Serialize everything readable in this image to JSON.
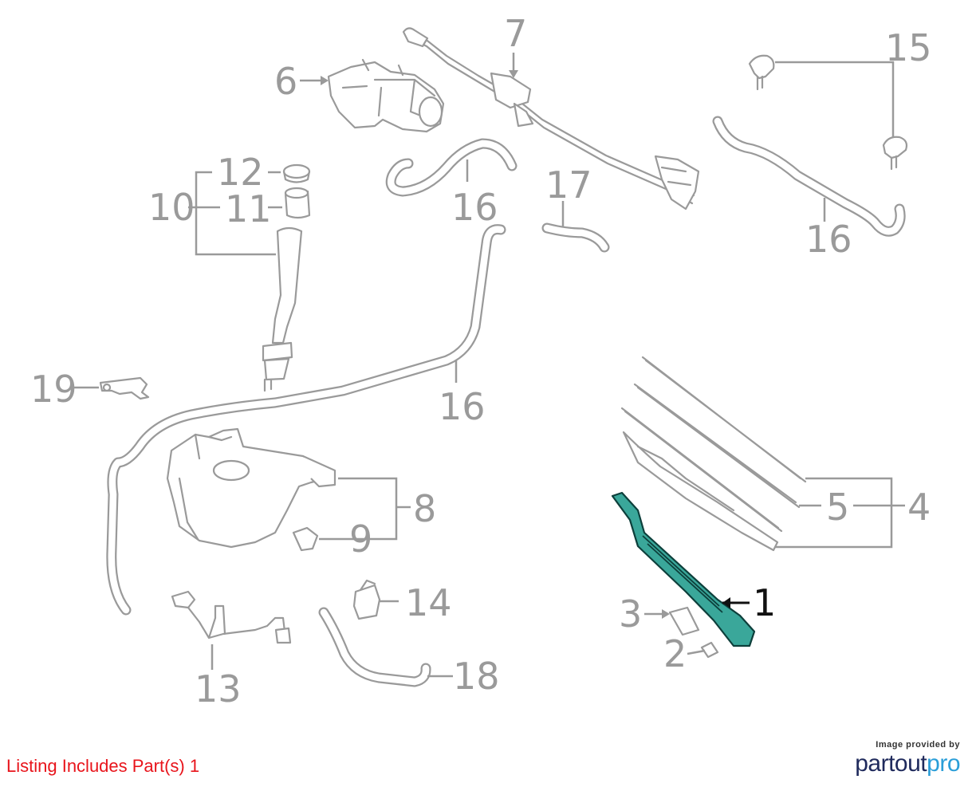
{
  "callouts": [
    {
      "id": "1",
      "text": "1",
      "active": true
    },
    {
      "id": "2",
      "text": "2"
    },
    {
      "id": "3",
      "text": "3"
    },
    {
      "id": "4",
      "text": "4"
    },
    {
      "id": "5",
      "text": "5"
    },
    {
      "id": "6",
      "text": "6"
    },
    {
      "id": "7",
      "text": "7"
    },
    {
      "id": "8",
      "text": "8"
    },
    {
      "id": "9",
      "text": "9"
    },
    {
      "id": "10",
      "text": "10"
    },
    {
      "id": "11",
      "text": "11"
    },
    {
      "id": "12",
      "text": "12"
    },
    {
      "id": "13",
      "text": "13"
    },
    {
      "id": "14",
      "text": "14"
    },
    {
      "id": "15",
      "text": "15"
    },
    {
      "id": "16",
      "text": "16"
    },
    {
      "id": "17",
      "text": "17"
    },
    {
      "id": "18",
      "text": "18"
    },
    {
      "id": "19",
      "text": "19"
    }
  ],
  "footer": {
    "listing_text": "Listing Includes Part(s) 1"
  },
  "brand": {
    "provided_by": "Image provided by",
    "name_part1": "partout",
    "name_part2": "pro",
    "color_dark": "#1f2a5c",
    "color_accent": "#2a9ed8"
  },
  "colors": {
    "highlight_part": "#3aa79a",
    "line": "#9a9a9a",
    "footer_text": "#e8141b"
  }
}
